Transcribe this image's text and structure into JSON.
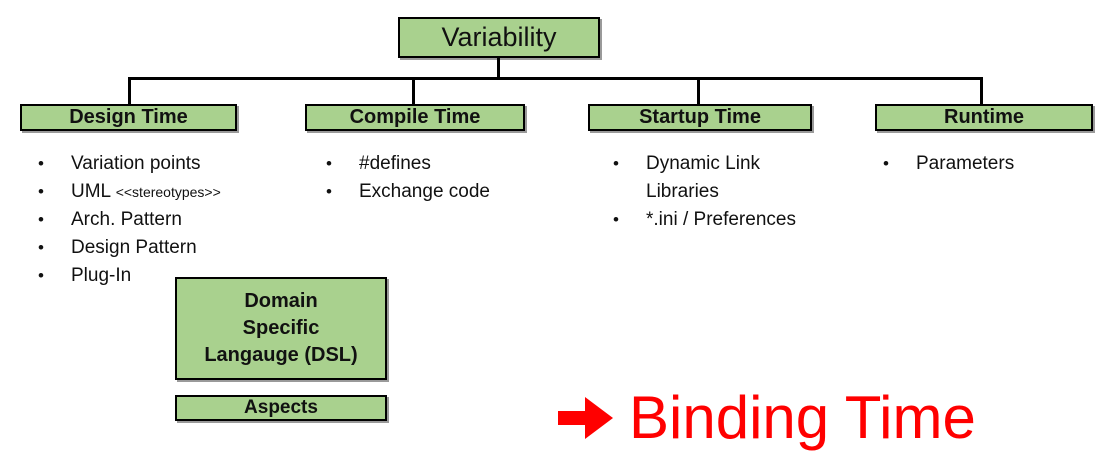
{
  "diagram": {
    "root": {
      "label": "Variability"
    },
    "branches": [
      {
        "header": "Design Time",
        "items": [
          {
            "text": "Variation points",
            "suffix": ""
          },
          {
            "text": "UML ",
            "suffix": "<<stereotypes>>"
          },
          {
            "text": "Arch. Pattern",
            "suffix": ""
          },
          {
            "text": "Design Pattern",
            "suffix": ""
          },
          {
            "text": "Plug-In",
            "suffix": ""
          }
        ]
      },
      {
        "header": "Compile Time",
        "items": [
          {
            "text": "#defines",
            "suffix": ""
          },
          {
            "text": "Exchange code",
            "suffix": ""
          }
        ]
      },
      {
        "header": "Startup Time",
        "items": [
          {
            "text": "Dynamic Link Libraries",
            "suffix": ""
          },
          {
            "text": "*.ini / Preferences",
            "suffix": ""
          }
        ]
      },
      {
        "header": "Runtime",
        "items": [
          {
            "text": "Parameters",
            "suffix": ""
          }
        ]
      }
    ],
    "extra_boxes": {
      "dsl": {
        "lines": [
          "Domain",
          "Specific",
          "Langauge (DSL)"
        ]
      },
      "aspects": {
        "label": "Aspects"
      }
    },
    "annotation": {
      "icon": "right-arrow-icon",
      "label": "Binding Time",
      "color": "#ff0000"
    },
    "bullet_char": "•",
    "colors": {
      "node_fill": "#a9d18e",
      "node_border": "#000000",
      "node_shadow": "#9a9a9a",
      "connector": "#000000",
      "text": "#111111",
      "annotation": "#ff0000"
    }
  }
}
